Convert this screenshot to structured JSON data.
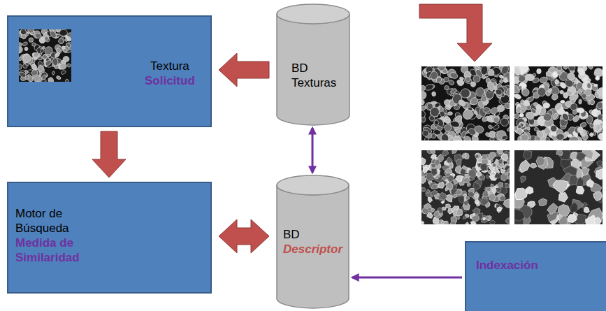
{
  "diagram": {
    "nodes": [
      {
        "text": [
          "Textura",
          "Solicitud"
        ]
      },
      {
        "text": [
          "BD Texturas"
        ]
      },
      {
        "text": [
          "Motor de Búsqueda",
          "Medida de Similaridad"
        ]
      },
      {
        "text": [
          "BD",
          "Descriptor"
        ]
      },
      {
        "text": [
          "Indexación"
        ]
      }
    ],
    "edges": [
      {
        "from": 1,
        "to": 0,
        "arrow": "to"
      },
      {
        "from": 0,
        "to": 2,
        "arrow": "to"
      },
      {
        "from": 1,
        "to": 3,
        "arrow": "both"
      },
      {
        "from": 2,
        "to": 3,
        "arrow": "both"
      },
      {
        "from": 4,
        "to": 3,
        "arrow": "to"
      }
    ]
  }
}
